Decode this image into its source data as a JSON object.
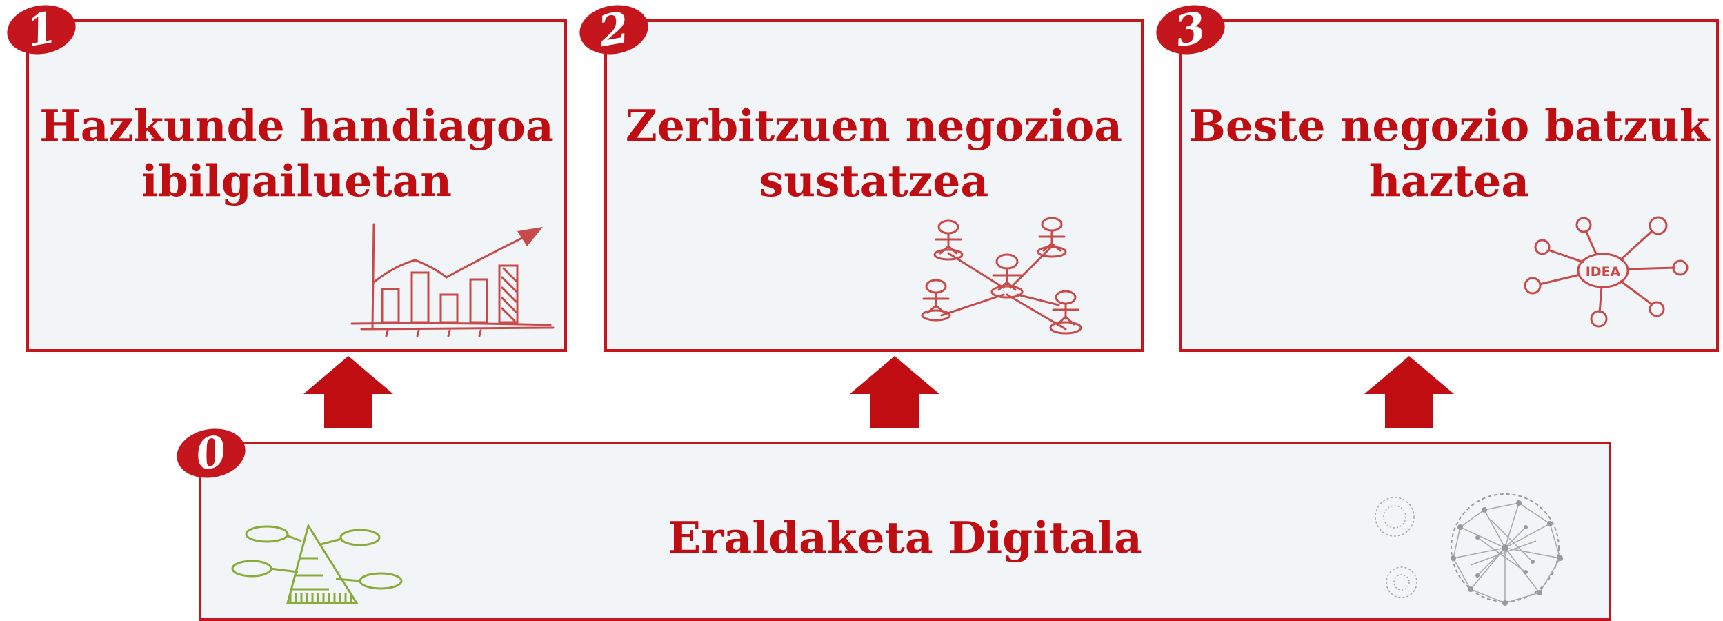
{
  "colors": {
    "accent": "#c4161c",
    "box_fill": "#f1f5f8",
    "green": "#8aab3a",
    "gray": "#9a9a9a"
  },
  "boxes": [
    {
      "badge": "1",
      "title_line1": "Hazkunde handiagoa",
      "title_line2": "ibilgailuetan",
      "icon": "growth-chart-icon"
    },
    {
      "badge": "2",
      "title_line1": "Zerbitzuen negozioa",
      "title_line2": "sustatzea",
      "icon": "network-people-icon"
    },
    {
      "badge": "3",
      "title_line1": "Beste negozio batzuk",
      "title_line2": "haztea",
      "icon": "idea-mindmap-icon"
    }
  ],
  "base": {
    "badge": "0",
    "title": "Eraldaketa Digitala",
    "icons": [
      "pyramid-mindmap-icon",
      "network-globe-icon"
    ]
  },
  "idea_label": "IDEA"
}
